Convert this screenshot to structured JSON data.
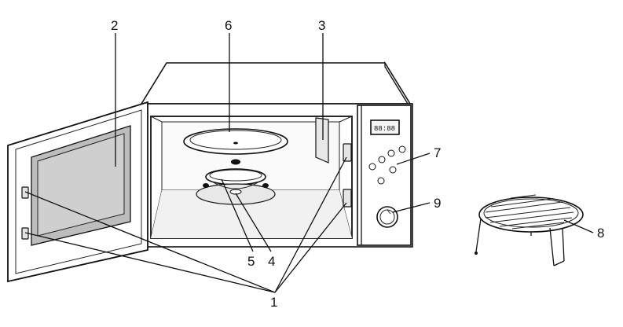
{
  "callouts": {
    "c1": "1",
    "c2": "2",
    "c3": "3",
    "c4": "4",
    "c5": "5",
    "c6": "6",
    "c7": "7",
    "c8": "8",
    "c9": "9"
  },
  "control_panel": {
    "display": "88:88"
  }
}
